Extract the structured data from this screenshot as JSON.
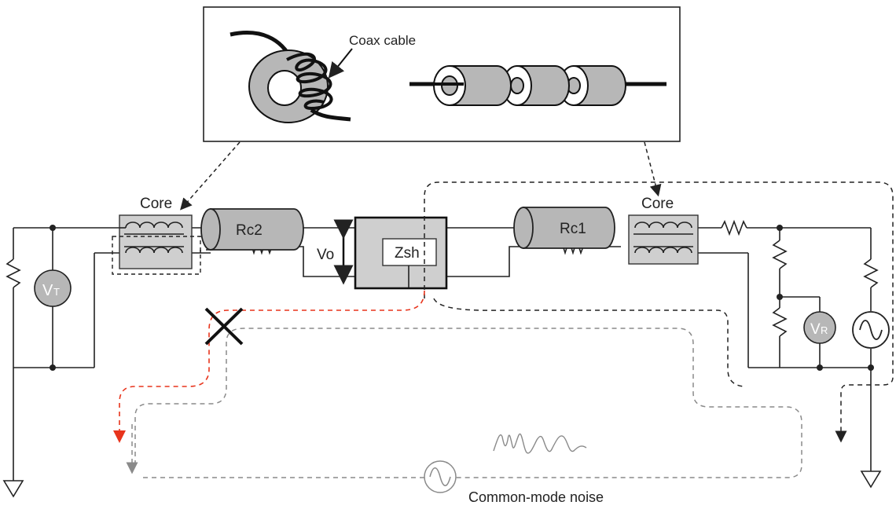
{
  "labels": {
    "coax_cable": "Coax cable",
    "core_left": "Core",
    "core_right": "Core",
    "rc2": "Rc2",
    "rc1": "Rc1",
    "vo": "Vo",
    "zsh": "Zsh",
    "vt_main": "V",
    "vt_sub": "T",
    "vr_main": "V",
    "vr_sub": "R",
    "common_mode_noise": "Common-mode noise"
  },
  "colors": {
    "red_path": "#e8341c",
    "gray_path": "#8a8a8a",
    "dark_path": "#222222",
    "core_fill": "#cfcfcf",
    "cable_fill": "#b7b7b7"
  }
}
